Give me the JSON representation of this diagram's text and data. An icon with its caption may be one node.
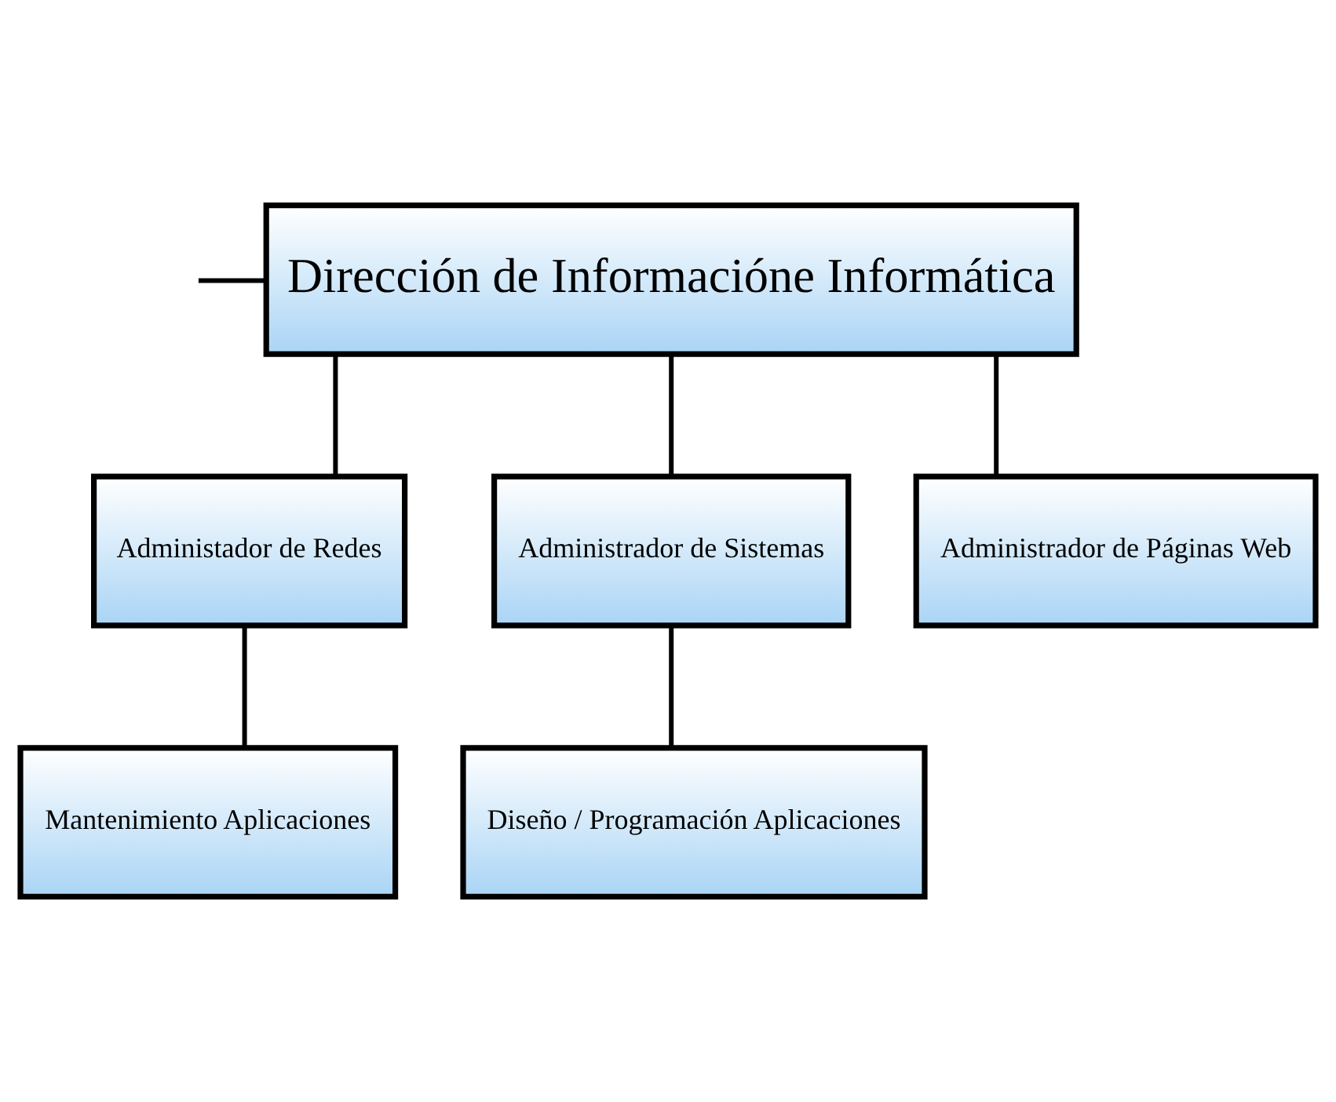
{
  "diagram": {
    "nodes": [
      {
        "text": [
          "Dirección de Informacióne Informática"
        ]
      },
      {
        "text": [
          "Administador de Redes"
        ]
      },
      {
        "text": [
          "Administrador de Sistemas"
        ]
      },
      {
        "text": [
          "Administrador de Páginas Web"
        ]
      },
      {
        "text": [
          "Mantenimiento Aplicaciones"
        ]
      },
      {
        "text": [
          "Diseño / Programación Aplicaciones"
        ]
      }
    ],
    "edges": [
      {
        "from": null,
        "to": 0,
        "arrow": "none"
      },
      {
        "from": 0,
        "to": 1,
        "arrow": "none"
      },
      {
        "from": 0,
        "to": 2,
        "arrow": "none"
      },
      {
        "from": 0,
        "to": 3,
        "arrow": "none"
      },
      {
        "from": 1,
        "to": 4,
        "arrow": "none"
      },
      {
        "from": 2,
        "to": 5,
        "arrow": "none"
      }
    ]
  }
}
